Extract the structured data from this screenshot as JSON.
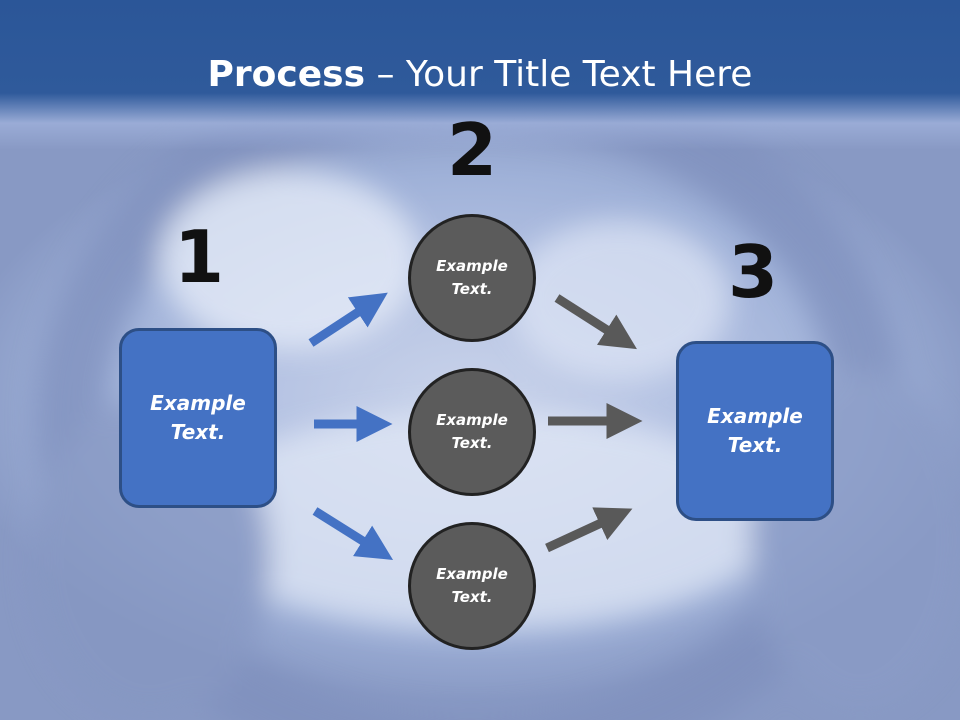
{
  "header": {
    "title_bold": "Process",
    "title_rest": " – Your Title Text Here"
  },
  "steps": {
    "step1_number": "1",
    "step2_number": "2",
    "step3_number": "3"
  },
  "boxes": {
    "left_line1": "Example",
    "left_line2": "Text.",
    "right_line1": "Example",
    "right_line2": "Text."
  },
  "circles": [
    {
      "line1": "Example",
      "line2": "Text."
    },
    {
      "line1": "Example",
      "line2": "Text."
    },
    {
      "line1": "Example",
      "line2": "Text."
    }
  ],
  "colors": {
    "header_blue": "#2b5698",
    "box_blue": "#4472c4",
    "circle_gray": "#5b5b5b",
    "blue_arrow": "#4472c4",
    "gray_arrow": "#595959"
  },
  "icons": {
    "left_arrows": "arrow-right-icon",
    "right_arrows": "arrow-right-icon"
  }
}
